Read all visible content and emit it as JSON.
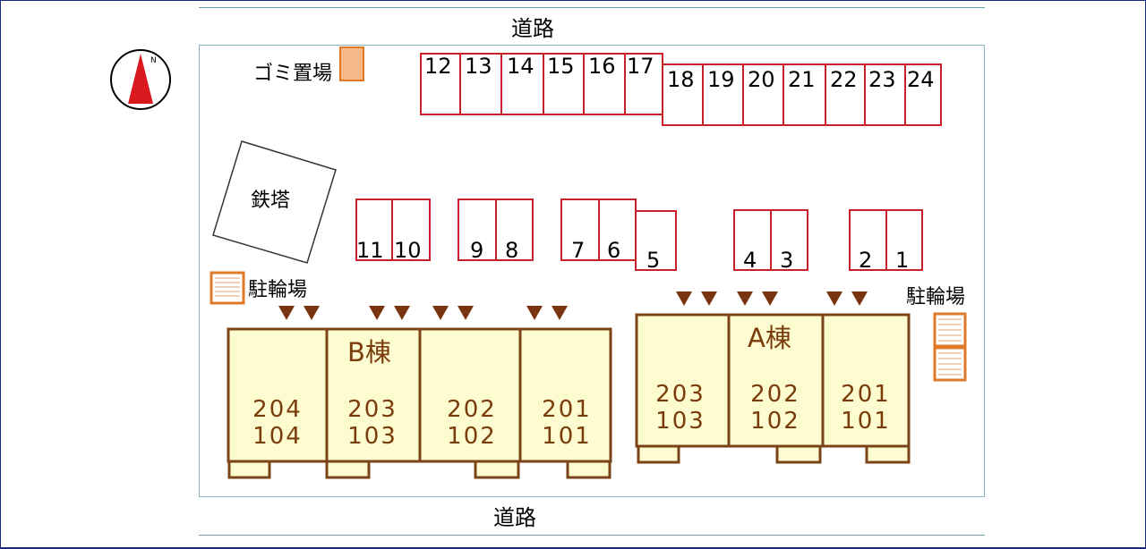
{
  "labels": {
    "road_top": "道路",
    "road_bottom": "道路",
    "trash": "ゴミ置場",
    "tower": "鉄塔",
    "bike_left": "駐輪場",
    "bike_right": "駐輪場",
    "building_b": "B棟",
    "building_a": "A棟",
    "compass_letter": "N"
  },
  "parking_spaces": [
    {
      "no": "12"
    },
    {
      "no": "13"
    },
    {
      "no": "14"
    },
    {
      "no": "15"
    },
    {
      "no": "16"
    },
    {
      "no": "17"
    },
    {
      "no": "18"
    },
    {
      "no": "19"
    },
    {
      "no": "20"
    },
    {
      "no": "21"
    },
    {
      "no": "22"
    },
    {
      "no": "23"
    },
    {
      "no": "24"
    },
    {
      "no": "11"
    },
    {
      "no": "10"
    },
    {
      "no": "9"
    },
    {
      "no": "8"
    },
    {
      "no": "7"
    },
    {
      "no": "6"
    },
    {
      "no": "5"
    },
    {
      "no": "4"
    },
    {
      "no": "3"
    },
    {
      "no": "2"
    },
    {
      "no": "1"
    }
  ],
  "building_b_units": [
    {
      "upper": "204",
      "lower": "104"
    },
    {
      "upper": "203",
      "lower": "103"
    },
    {
      "upper": "202",
      "lower": "102"
    },
    {
      "upper": "201",
      "lower": "101"
    }
  ],
  "building_a_units": [
    {
      "upper": "203",
      "lower": "103"
    },
    {
      "upper": "202",
      "lower": "102"
    },
    {
      "upper": "201",
      "lower": "101"
    }
  ],
  "colors": {
    "parking_border": "#c8202a",
    "building_fill": "#fdfbd0",
    "building_border": "#7a4418",
    "unit_text": "#7a3c0a",
    "arrow": "#7a3410",
    "bike_border": "#e07a28",
    "trash_fill": "#f7b987",
    "compass_red": "#d8191e"
  },
  "icons": {
    "compass": "north-arrow-icon",
    "entrance_marker": "triangle-down-icon"
  }
}
